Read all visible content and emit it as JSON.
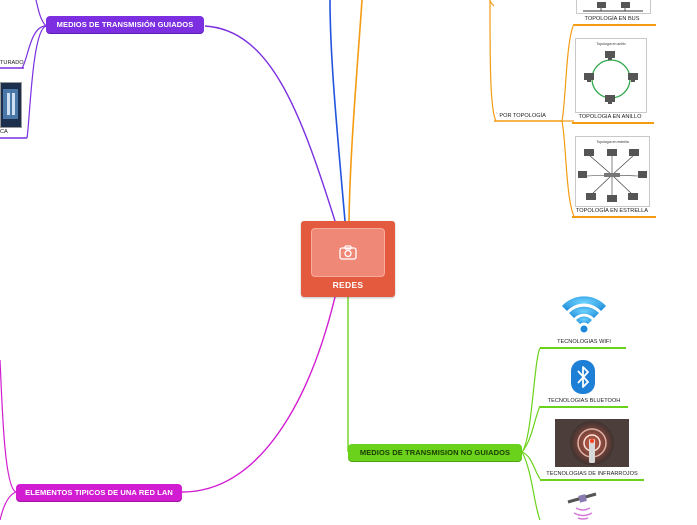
{
  "center": {
    "title": "REDES",
    "icon": "camera-icon"
  },
  "branches": {
    "guiados": {
      "label": "MEDIOS DE TRANSMISIÓN GUIADOS",
      "color": "#7b2fe0"
    },
    "no_guiados": {
      "label": "MEDIOS DE TRANSMISION NO GUIADOS",
      "color": "#6bd21c"
    },
    "elementos": {
      "label": "ELEMENTOS TIPICOS DE UNA RED LAN",
      "color": "#d21cd2"
    },
    "topologia": {
      "label": "` POR TOPOLOGÍA",
      "color": "#f39c12"
    },
    "blue_line_color": "#2255dd"
  },
  "guiados_children": [
    {
      "label": "TURADO"
    },
    {
      "label": "CA"
    }
  ],
  "topologias": [
    {
      "label": "TOPOLOGÍA EN BUS"
    },
    {
      "label": "TOPOLOGIA EN ANILLO",
      "diagram_caption": "Topología en anillo"
    },
    {
      "label": "TOPOLOGÍA EN ESTRELLA",
      "diagram_caption": "Topología en estrella"
    }
  ],
  "no_guiados_children": [
    {
      "label": "TECNOLOGIAS WIFI",
      "icon": "wifi-icon"
    },
    {
      "label": "TECNOLOGIAS BLUETOOH",
      "icon": "bluetooth-icon"
    },
    {
      "label": "TECNOLOGIAS DE INFRARROJOS",
      "icon": "infrared-icon"
    },
    {
      "label": "",
      "icon": "satellite-icon"
    }
  ]
}
